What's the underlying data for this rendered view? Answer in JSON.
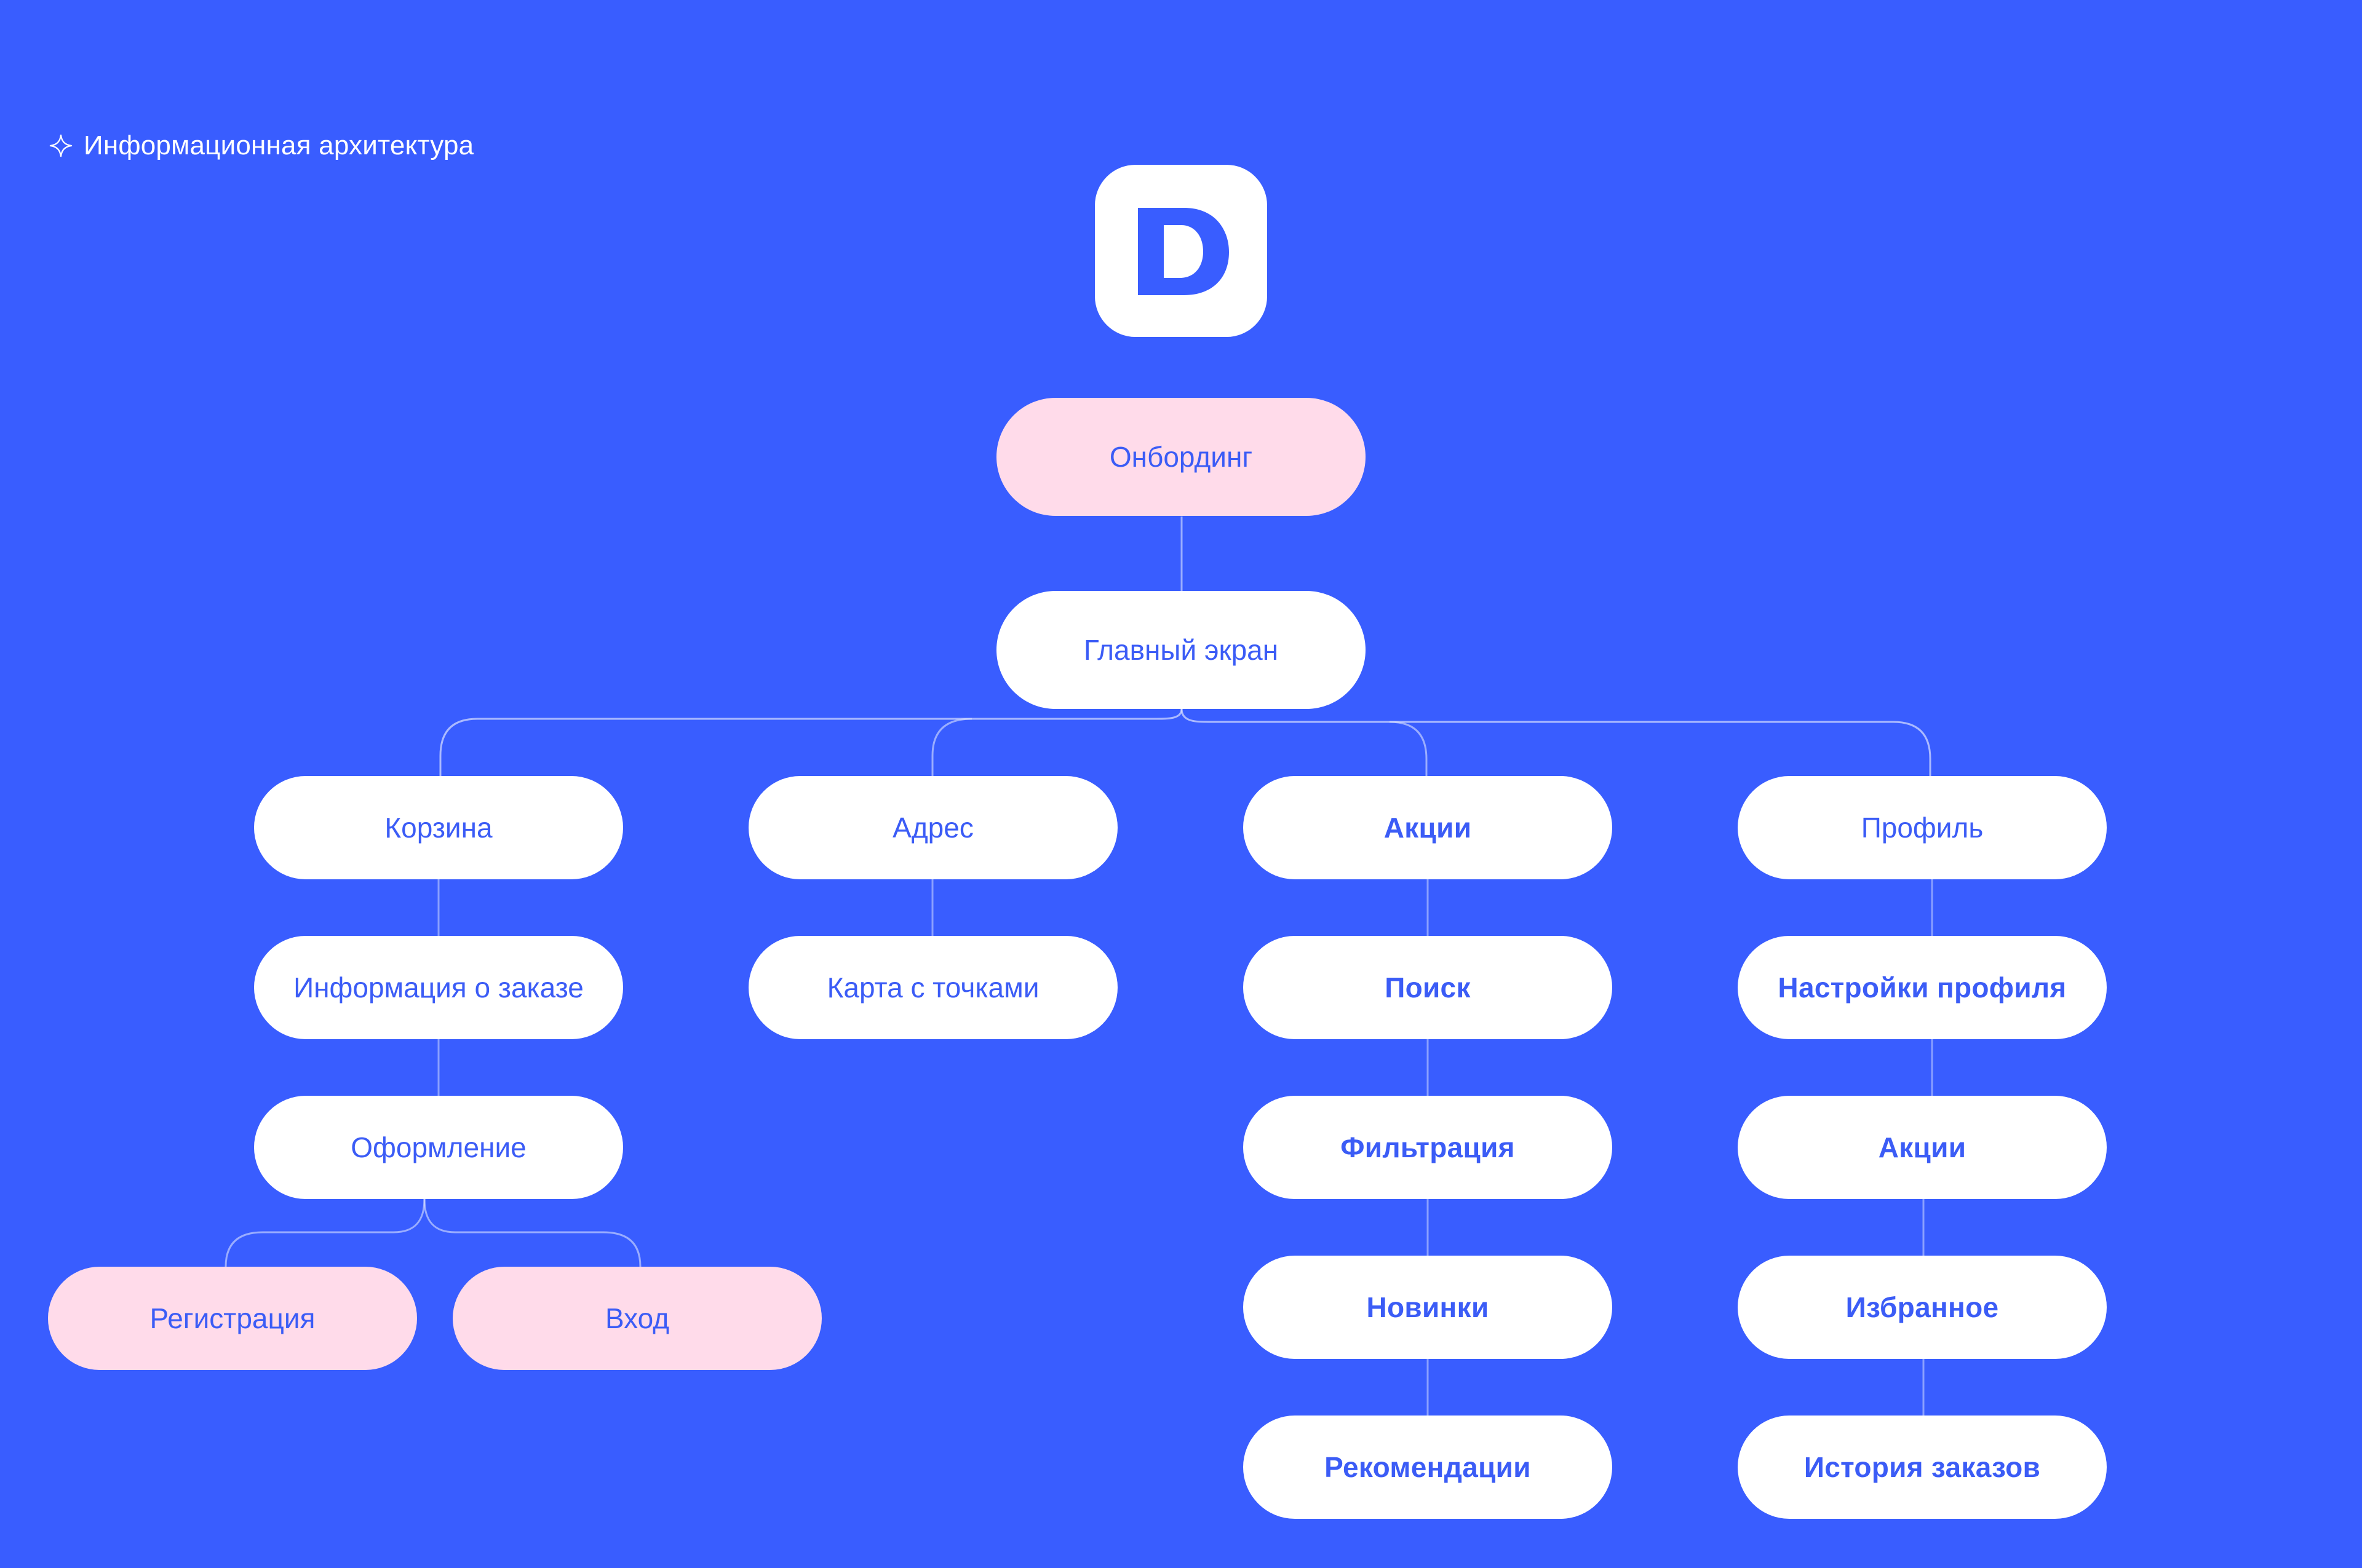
{
  "header": {
    "icon": "sparkle-icon",
    "title": "Информационная архитектура"
  },
  "logo": {
    "letter": "D",
    "icon": "app-logo-d"
  },
  "colors": {
    "background": "#395DFF",
    "node": "#FFFFFF",
    "node_highlight": "#FFDBEA",
    "node_text": "#3B5CF6",
    "connector": "#DCE3FF"
  },
  "tree": {
    "onboarding": "Онбординг",
    "main_screen": "Главный экран",
    "columns": [
      {
        "root": "Корзина",
        "children": [
          "Информация о заказе",
          "Оформление"
        ],
        "leaves": [
          "Регистрация",
          "Вход"
        ]
      },
      {
        "root": "Адрес",
        "children": [
          "Карта с точками"
        ]
      },
      {
        "root": "Акции",
        "children": [
          "Поиск",
          "Фильтрация",
          "Новинки",
          "Рекомендации"
        ]
      },
      {
        "root": "Профиль",
        "children": [
          "Настройки профиля",
          "Акции",
          "Избранное",
          "История заказов"
        ]
      }
    ]
  }
}
